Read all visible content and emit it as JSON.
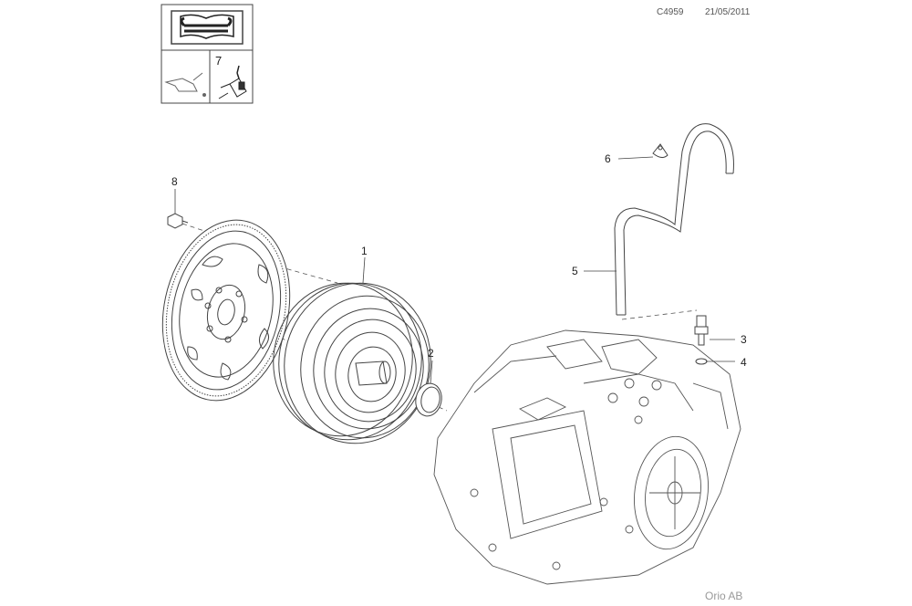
{
  "header": {
    "drawing_code": "C4959",
    "date": "21/05/2011"
  },
  "legend_box": {
    "book_wrench_icon": "book-wrench-icon",
    "oil_can_icon": "oil-can-icon",
    "sealant_tube_icon": "sealant-tube-icon",
    "sealant_ref_number": "7"
  },
  "callouts": {
    "c1": "1",
    "c2": "2",
    "c3": "3",
    "c4": "4",
    "c5": "5",
    "c6": "6",
    "c8": "8"
  },
  "footer": {
    "brand": "Orio AB"
  },
  "colors": {
    "line": "#444444",
    "light_line": "#888888",
    "text": "#222222",
    "brand_gray": "#999999"
  }
}
